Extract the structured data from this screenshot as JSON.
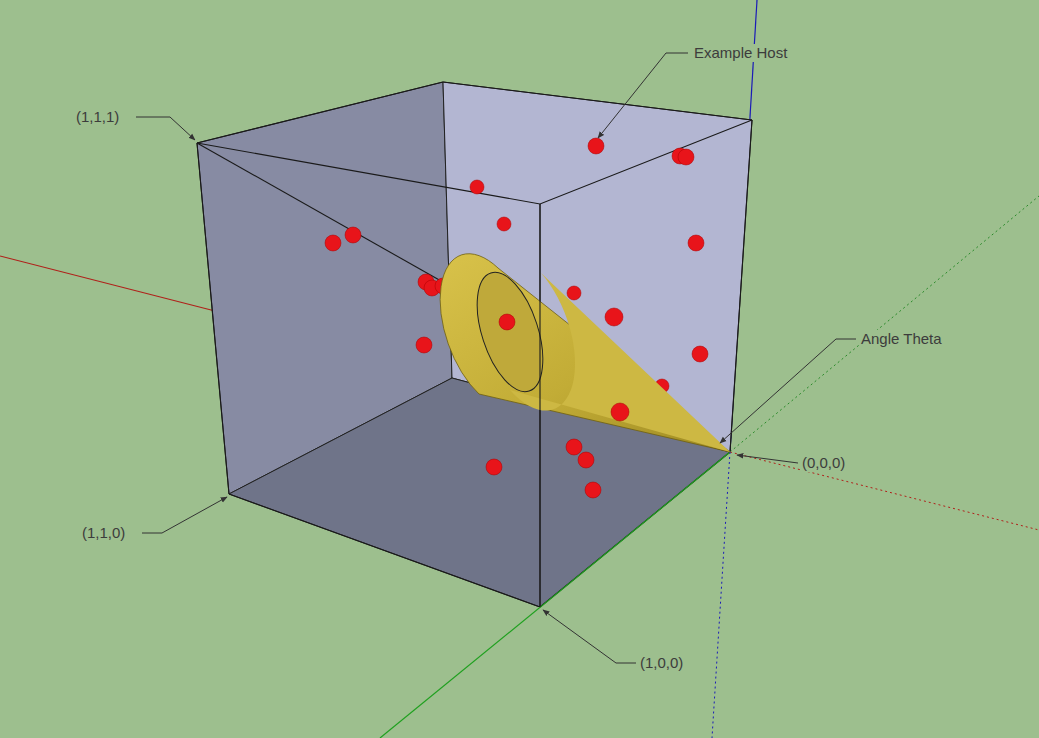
{
  "diagram": {
    "labels": [
      "Example Host",
      "(1,1,1)",
      "Angle Theta",
      "(0,0,0)",
      "(1,1,0)",
      "(1,0,0)"
    ]
  }
}
